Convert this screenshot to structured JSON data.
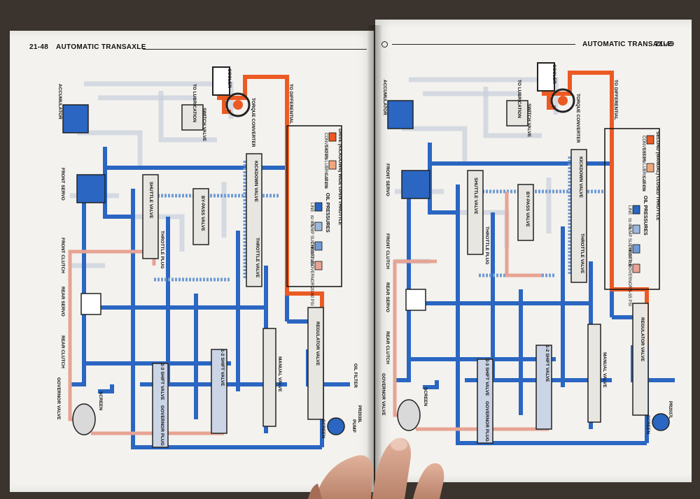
{
  "left_page": {
    "page_number": "21-48",
    "section_title": "AUTOMATIC TRANSAXLE",
    "figure_id": "PR2038L",
    "labels": {
      "accumulator": "ACCUMULATOR",
      "front_servo": "FRONT SERVO",
      "front_clutch": "FRONT CLUTCH",
      "rear_servo": "REAR SERVO",
      "rear_clutch": "REAR CLUTCH",
      "governor_valve": "GOVERNOR VALVE",
      "screen_left": "SCREEN",
      "governor_plug": "GOVERNOR PLUG",
      "shift_2_3": "2-3 SHIFT VALVE",
      "shift_1_2": "1-2 SHIFT VALVE",
      "manual_valve": "MANUAL VALVE",
      "regulator_valve": "REGULATOR VALVE",
      "screen_bottom": "SCREEN",
      "pump": "PUMP",
      "oil_filter": "OIL FILTER",
      "shuttle_valve": "SHUTTLE VALVE",
      "throttle_plug": "THROTTLE PLUG",
      "bypass_valve": "BY-PASS VALVE",
      "kickdown_valve": "KICKDOWN VALVE",
      "throttle_valve": "THROTTLE VALVE",
      "switch_valve": "SWITCH VALVE",
      "torque_converter": "TORQUE CONVERTER",
      "to_lubrication": "TO LUBRICATION",
      "to_differential": "TO DIFFERENTIAL",
      "cooler": "COOLER"
    },
    "legend": {
      "title": "OIL PRESSURES",
      "rows": [
        {
          "name": "LINE",
          "value": "82 PSI",
          "color": "#2a66c2"
        },
        {
          "name": "PUMP SUCTION",
          "value": "",
          "color": "#9db8de"
        },
        {
          "name": "THROTTLE",
          "value": "82 PSI",
          "color": "#6f9bd6"
        },
        {
          "name": "GOVERNOR 20-60 PSI",
          "value": "",
          "color": "#e7a393"
        },
        {
          "name": "CONVERTER",
          "value": "5-82 PSI",
          "color": "#ec5a24"
        },
        {
          "name": "LUBRICATION",
          "value": "5-30 PSI",
          "color": "#f2a67d"
        }
      ],
      "caption": "DRIVE (KICKDOWN) WIDE OPEN THROTTLE"
    }
  },
  "right_page": {
    "page_number": "21-49",
    "section_title": "AUTOMATIC TRANSAXLE",
    "figure_id": "PR2037L",
    "labels": {
      "accumulator": "ACCUMULATOR",
      "front_servo": "FRONT SERVO",
      "front_clutch": "FRONT CLUTCH",
      "rear_servo": "REAR SERVO",
      "rear_clutch": "REAR CLUTCH",
      "governor_valve": "GOVERNOR VALVE",
      "screen_left": "SCREEN",
      "governor_plug": "GOVERNOR PLUG",
      "shift_2_3": "2-3 SHIFT VALVE",
      "shift_1_2": "1-2 SHIFT VALVE",
      "manual_valve": "MANUAL VALVE",
      "regulator_valve": "REGULATOR VALVE",
      "screen_bottom": "SCREEN",
      "pump": "PUMP",
      "oil_filter": "OIL FILTER",
      "shuttle_valve": "SHUTTLE VALVE",
      "throttle_plug": "THROTTLE PLUG",
      "bypass_valve": "BY-PASS VALVE",
      "kickdown_valve": "KICKDOWN VALVE",
      "throttle_valve": "THROTTLE VALVE",
      "switch_valve": "SWITCH VALVE",
      "torque_converter": "TORQUE CONVERTER",
      "to_lubrication": "TO LUBRICATION",
      "to_differential": "TO DIFFERENTIAL",
      "cooler": "COOLER"
    },
    "legend": {
      "title": "OIL PRESSURES",
      "rows": [
        {
          "name": "LINE",
          "value": "55 PSI",
          "color": "#2a66c2"
        },
        {
          "name": "PUMP SUCTION",
          "value": "",
          "color": "#9db8de"
        },
        {
          "name": "THROTTLE",
          "value": "0 PSI",
          "color": "#6f9bd6"
        },
        {
          "name": "GOVERNOR 5-55 PSI",
          "value": "",
          "color": "#e7a393"
        },
        {
          "name": "CONVERTER",
          "value": "5-55 PSI",
          "color": "#ec5a24"
        },
        {
          "name": "LUBRICATION",
          "value": "5-30 PSI",
          "color": "#f2a67d"
        }
      ],
      "caption": "SECOND (MANUAL) CLOSED THROTTLE"
    }
  },
  "colors": {
    "line": "#2a66c2",
    "converter": "#ec5a24",
    "governor": "#e7a393",
    "ghost": "#c8cfdc",
    "hand": "#d9a48c"
  }
}
